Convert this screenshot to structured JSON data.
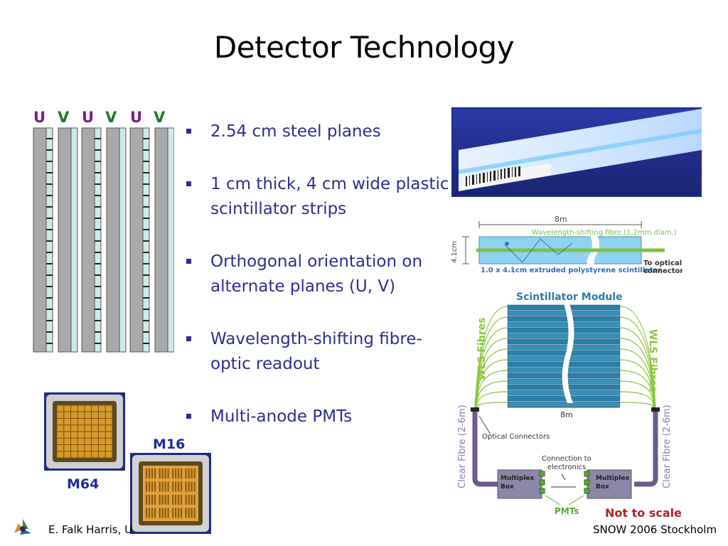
{
  "slide": {
    "title": "Detector Technology",
    "bullets": [
      "2.54 cm steel planes",
      "1 cm thick, 4 cm wide plastic scintillator strips",
      "Orthogonal orientation on alternate planes (U, V)",
      "Wavelength-shifting fibre-optic readout",
      "Multi-anode PMTs"
    ],
    "plane_labels": [
      "U",
      "V",
      "U",
      "V",
      "U",
      "V"
    ],
    "pmt_labels": {
      "m64": "M64",
      "m16": "M16"
    },
    "footer_left": "E. Falk Harris, U",
    "footer_right": "SNOW 2006 Stockholm",
    "not_to_scale": "Not to scale"
  },
  "strip_diagram": {
    "length": "8m",
    "width": "4.1cm",
    "fibre": "Wavelength-shifting fibre (1.2mm diam.)",
    "extrusion": "1.0 x 4.1cm extruded polystyrene scintillator",
    "to_optical": "To optical",
    "connector": "connector"
  },
  "module_diagram": {
    "title": "Scintillator Module",
    "wls_left": "WLS Fibres",
    "wls_right": "WLS Fibres",
    "length": "8m",
    "clear_left": "Clear Fibre (2-6m)",
    "clear_right": "Clear Fibre (2-6m)",
    "optical_connectors": "Optical Connectors",
    "connection_line1": "Connection to",
    "connection_line2": "electronics",
    "mux_left_1": "Multiplex",
    "mux_left_2": "Box",
    "mux_right_1": "Multiplex",
    "mux_right_2": "Box",
    "pmts": "PMTs"
  },
  "colors": {
    "bullet_text": "#2e2e8f",
    "u_label": "#7a1a8a",
    "v_label": "#1f7a1f",
    "wls_green": "#8cc63f",
    "clear_purple": "#8a7aae",
    "module_blue": "#2a7fa8",
    "warning_red": "#b52020"
  }
}
